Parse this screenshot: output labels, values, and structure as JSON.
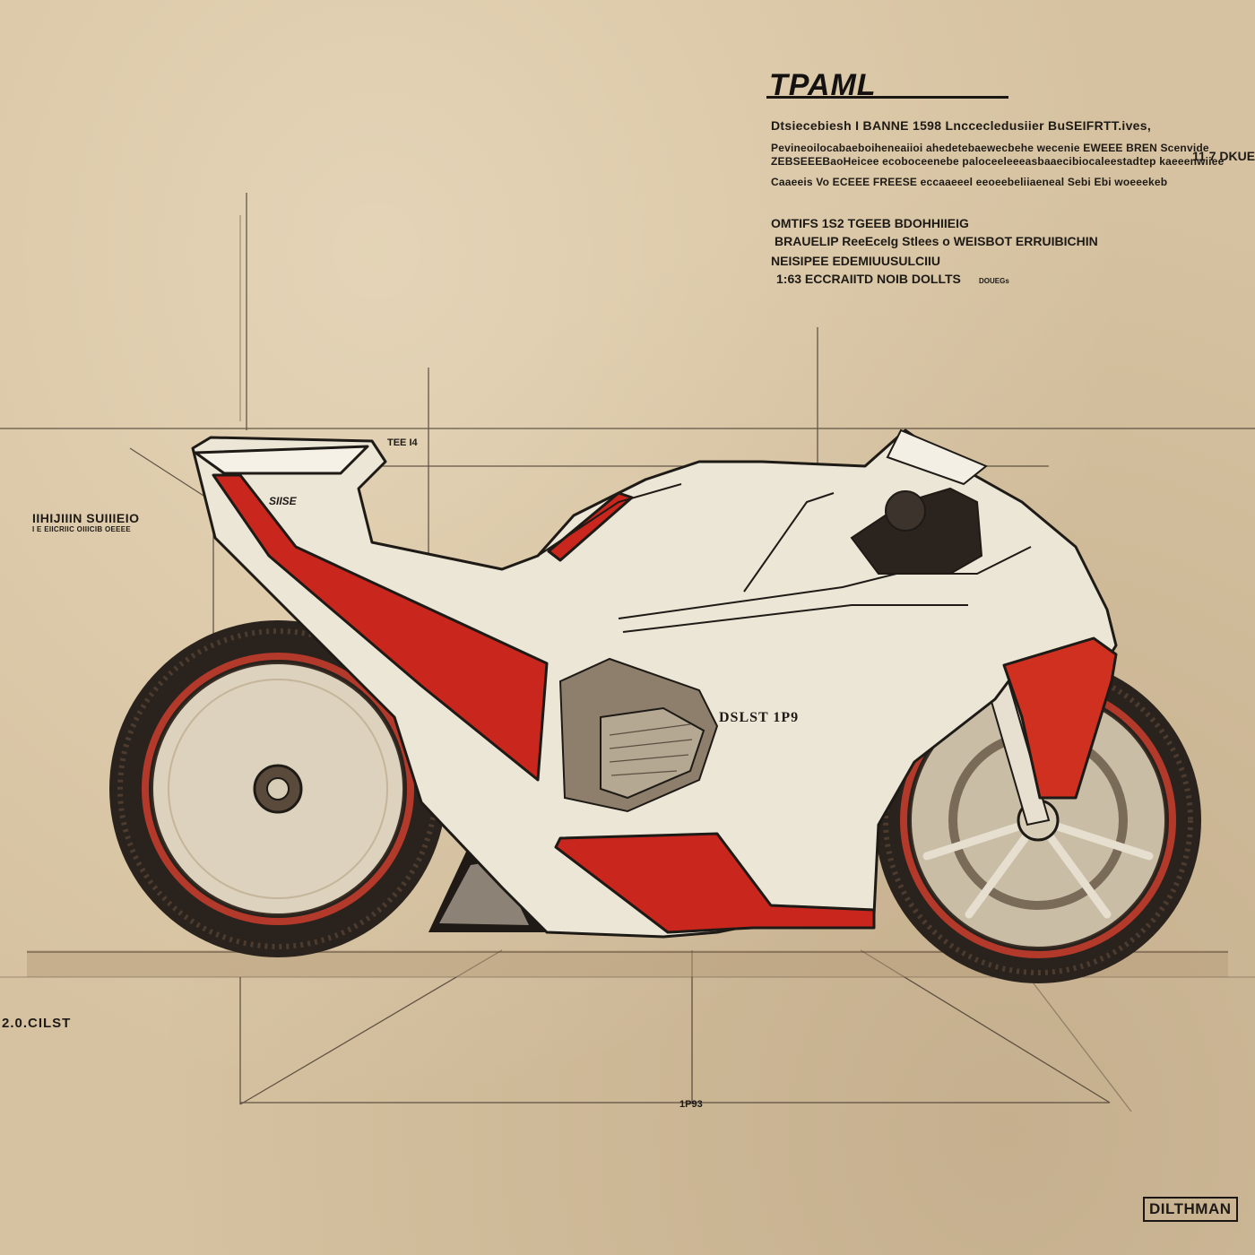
{
  "title": "TPAML",
  "spec_block": {
    "heading": "Dtsiecebiesh I BANNE 1598 Lnccecledusiier BuSEIFRTT.ives,",
    "line1": "Pevineoilocabaeboiheneaiioi ahedetebaewecbehe wecenie EWEEE BREN Scenvide",
    "line1_tail": "11 7 DKUE",
    "line2": "ZEBSEEEBaoHeicee ecoboceenebe paloceeleeeasbaaecibiocaleestadtep kaeeenwiiee",
    "line3": "Caaeeis Vo ECEEE FREESE eccaaeeel eeoeebeliiaeneal Sebi Ebi woeeekeb"
  },
  "spec_block_2": {
    "line1": "OMTIFS  1S2 TGEEB BDOHHIIEIG",
    "line2": "BRAUELIP ReeEcelg Stlees o WEISBOT ERRUIBICHIN",
    "line3": "NEISIPEE EDEMIUUSULCIIU",
    "line4": "1:63  ECCRAIITD NOIB DOLLTS",
    "note": "DOUEGs"
  },
  "labels": {
    "side_label": "IIHIJIIIN SUIIIEIO",
    "side_sub": "I E EIICRIIC OIIICIB OEEEE",
    "top_label": "TEE I4",
    "seat_mark": "SIISE",
    "model": "DSLST 1P9",
    "bottom_left": "2.0.CILST",
    "dimension": "1P93",
    "stamp": "DILTHMAN"
  },
  "colors": {
    "paper": "#d6c2a0",
    "ink": "#1e1a16",
    "body_white": "#ece6d6",
    "accent_red": "#c9261d",
    "tire": "#2a221c",
    "rim_red": "#b3392a"
  }
}
